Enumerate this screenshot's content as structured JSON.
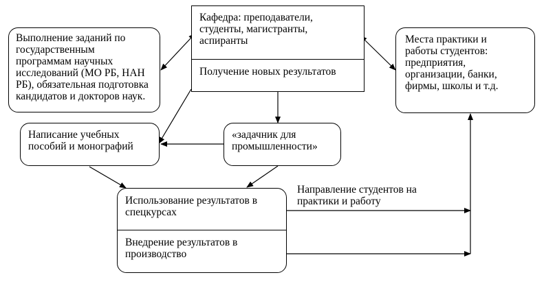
{
  "diagram": {
    "department": {
      "title": "Кафедра: преподаватели,\nстуденты, магистранты,\nаспиранты",
      "subtitle": "Получение новых результатов"
    },
    "state_programs": "Выполнение заданий по\nгосударственным\nпрограммам научных\nисследований (МО РБ, НАН\nРБ), обязательная подготовка\nкандидатов и докторов наук.",
    "practice_places": "Места практики и\nработы студентов:\nпредприятия,\nорганизации, банки,\nфирмы, школы и т.д.",
    "textbooks": "Написание учебных\nпособий и монографий",
    "industry_problems": "«задачник для\nпромышленности»",
    "usage": {
      "courses": "Использование результатов в\nспецкурсах",
      "production": "Внедрение результатов в\nпроизводство"
    },
    "direction_label": "Направление студентов на\nпрактики и работу"
  }
}
